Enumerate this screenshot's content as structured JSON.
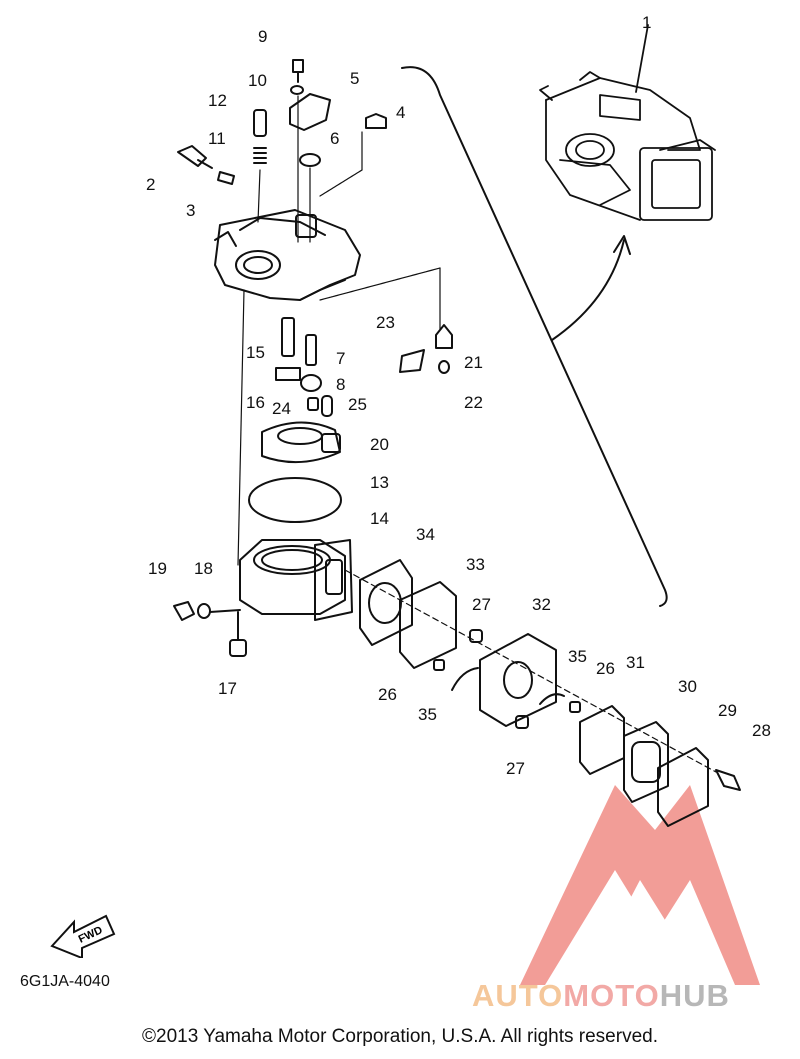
{
  "diagram": {
    "part_code": "6G1JA-4040",
    "copyright": "©2013 Yamaha Motor Corporation, U.S.A. All rights reserved.",
    "fwd_label": "FWD",
    "callouts": [
      "1",
      "2",
      "3",
      "4",
      "5",
      "6",
      "7",
      "8",
      "9",
      "10",
      "11",
      "12",
      "13",
      "14",
      "15",
      "16",
      "17",
      "18",
      "19",
      "20",
      "21",
      "22",
      "23",
      "24",
      "25",
      "26",
      "26",
      "27",
      "27",
      "28",
      "29",
      "30",
      "31",
      "32",
      "33",
      "34",
      "35",
      "35"
    ]
  },
  "watermark": {
    "part1": "AUTO",
    "part2": "MOTO",
    "part3": "HUB",
    "colors": {
      "auto": "#f5c79a",
      "moto": "#f2a9a6",
      "hub": "#b7b7b7",
      "logo": "#f08c86"
    }
  }
}
